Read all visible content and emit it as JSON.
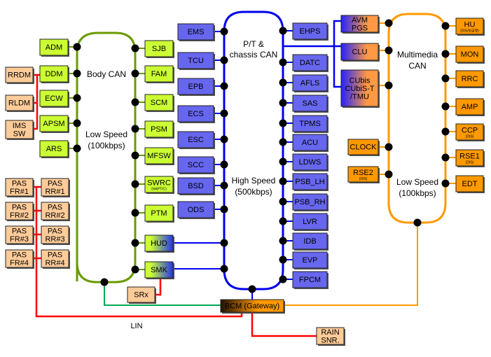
{
  "colors": {
    "body": "#6a9a00",
    "body_fill": "#ccff33",
    "pt": "#0000ee",
    "pt_fill": "#6666ee",
    "mm": "#ff9900",
    "mm_fill": "#ff9900",
    "lin": "#ff0000",
    "lin_fill": "#ffcc99",
    "gateway_link": "#00aa55"
  },
  "buses": {
    "body": {
      "title": "Body CAN",
      "speed": "Low Speed",
      "rate": "(100kbps)"
    },
    "pt": {
      "title_1": "P/T &",
      "title_2": "chassis CAN",
      "speed": "High Speed",
      "rate": "(500kbps)"
    },
    "mm": {
      "title_1": "Multimedia",
      "title_2": "CAN",
      "speed": "Low Speed",
      "rate": "(100kbps)"
    }
  },
  "body_left": [
    "ADM",
    "DDM",
    "ECW",
    "APSM",
    "ARS"
  ],
  "body_right": [
    {
      "label": "SJB"
    },
    {
      "label": "FAM"
    },
    {
      "label": "SCM"
    },
    {
      "label": "PSM"
    },
    {
      "label": "MFSW"
    },
    {
      "label": "SWRC",
      "sub": "(HAPTIC)"
    },
    {
      "label": "PTM"
    },
    {
      "label": "HUD"
    },
    {
      "label": "SMK"
    }
  ],
  "pt_left": [
    "EMS",
    "TCU",
    "EPB",
    "ECS",
    "ESC",
    "SCC",
    "BSD",
    "ODS"
  ],
  "pt_right": [
    "EHPS",
    "DATC",
    "AFLS",
    "SAS",
    "TPMS",
    "ACU",
    "LDWS",
    "PSB_LH",
    "PSB_RH",
    "LVR",
    "IDB",
    "EVP",
    "FPCM"
  ],
  "mm_shared": [
    [
      "AVM",
      "PGS"
    ],
    [
      "CLU"
    ],
    [
      "CUbis",
      "CUbiS-T",
      "/TMU"
    ]
  ],
  "mm_left": [
    {
      "label": "CLOCK"
    },
    {
      "label": "RSE2",
      "sub": "(DIS)"
    }
  ],
  "mm_right": [
    {
      "label": "HU",
      "sub": "(DIS/보급형)"
    },
    {
      "label": "MON"
    },
    {
      "label": "RRC"
    },
    {
      "label": "AMP"
    },
    {
      "label": "CCP",
      "sub": "(DIS)"
    },
    {
      "label": "RSE1",
      "sub": "(DIS)"
    },
    {
      "label": "EDT"
    }
  ],
  "lin_door": [
    [
      "RRDM"
    ],
    [
      "RLDM"
    ],
    [
      "IMS",
      "SW"
    ]
  ],
  "lin_pas_fr": [
    [
      "PAS",
      "FR#1"
    ],
    [
      "PAS",
      "FR#2"
    ],
    [
      "PAS",
      "FR#3"
    ],
    [
      "PAS",
      "FR#4"
    ]
  ],
  "lin_pas_rr": [
    [
      "PAS",
      "RR#1"
    ],
    [
      "PAS",
      "RR#2"
    ],
    [
      "PAS",
      "RR#3"
    ],
    [
      "PAS",
      "RR#4"
    ]
  ],
  "srx": "SRx",
  "rain": [
    "RAIN",
    "SNR."
  ],
  "gateway": "BCM (Gateway)",
  "lin_label": "LIN"
}
